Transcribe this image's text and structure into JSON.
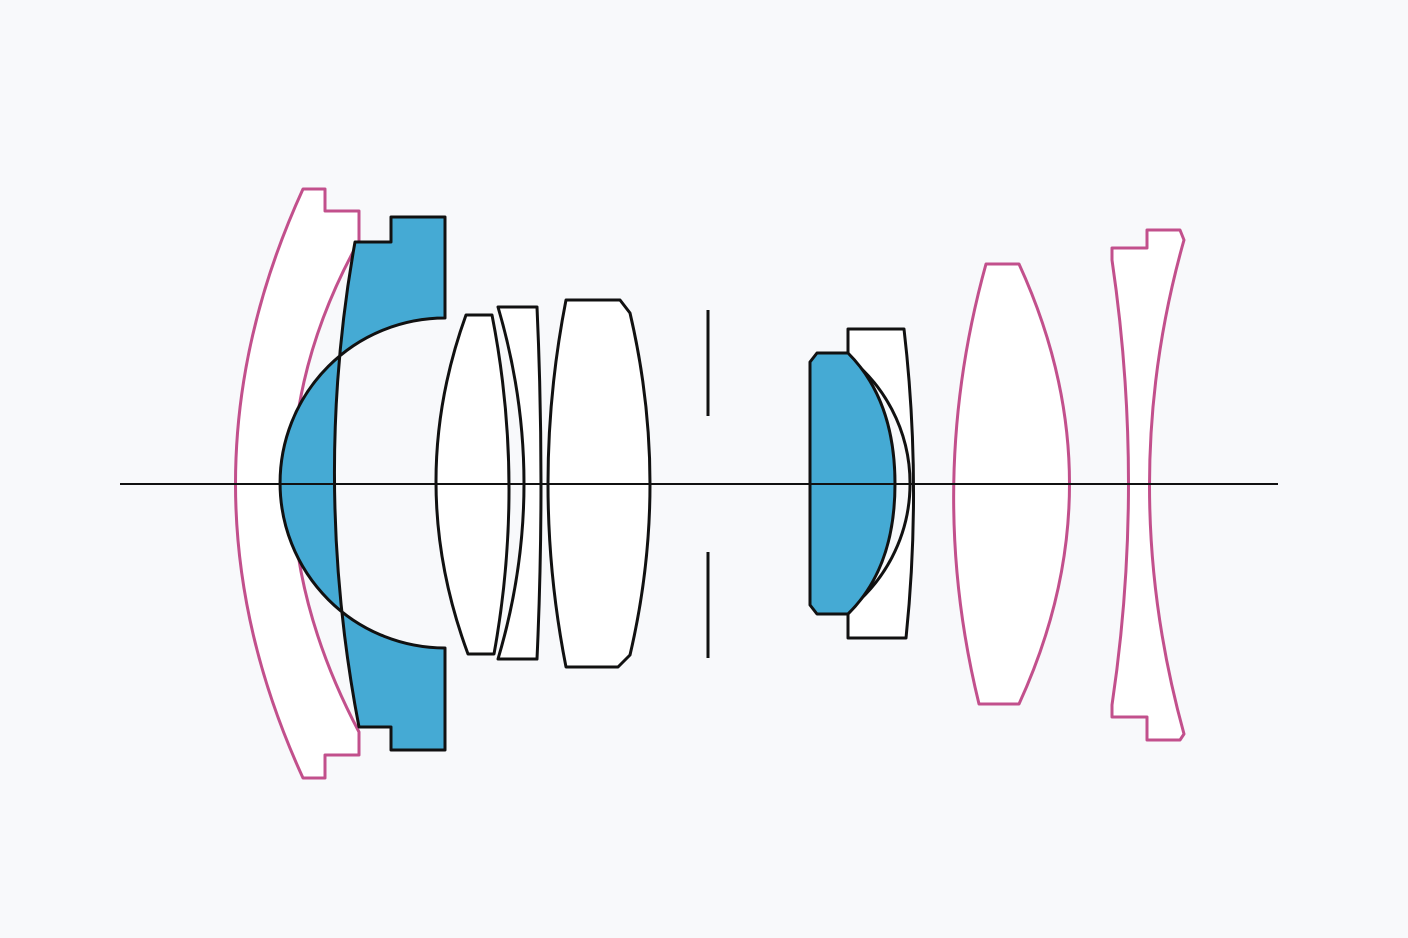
{
  "diagram": {
    "type": "lens-construction",
    "elements": [
      {
        "id": "e1",
        "kind": "aspherical",
        "color": "#c2508c"
      },
      {
        "id": "e2",
        "kind": "special-dispersion",
        "color": "#45aad4"
      },
      {
        "id": "e3",
        "kind": "standard"
      },
      {
        "id": "e4",
        "kind": "standard"
      },
      {
        "id": "e5",
        "kind": "standard"
      },
      {
        "id": "stop",
        "kind": "aperture-stop"
      },
      {
        "id": "e6",
        "kind": "special-dispersion",
        "color": "#45aad4"
      },
      {
        "id": "e7",
        "kind": "standard"
      },
      {
        "id": "e8",
        "kind": "aspherical",
        "color": "#c2508c"
      },
      {
        "id": "e9",
        "kind": "aspherical",
        "color": "#c2508c"
      }
    ],
    "background_color": "#f8f9fb",
    "outline_color": "#111111"
  }
}
